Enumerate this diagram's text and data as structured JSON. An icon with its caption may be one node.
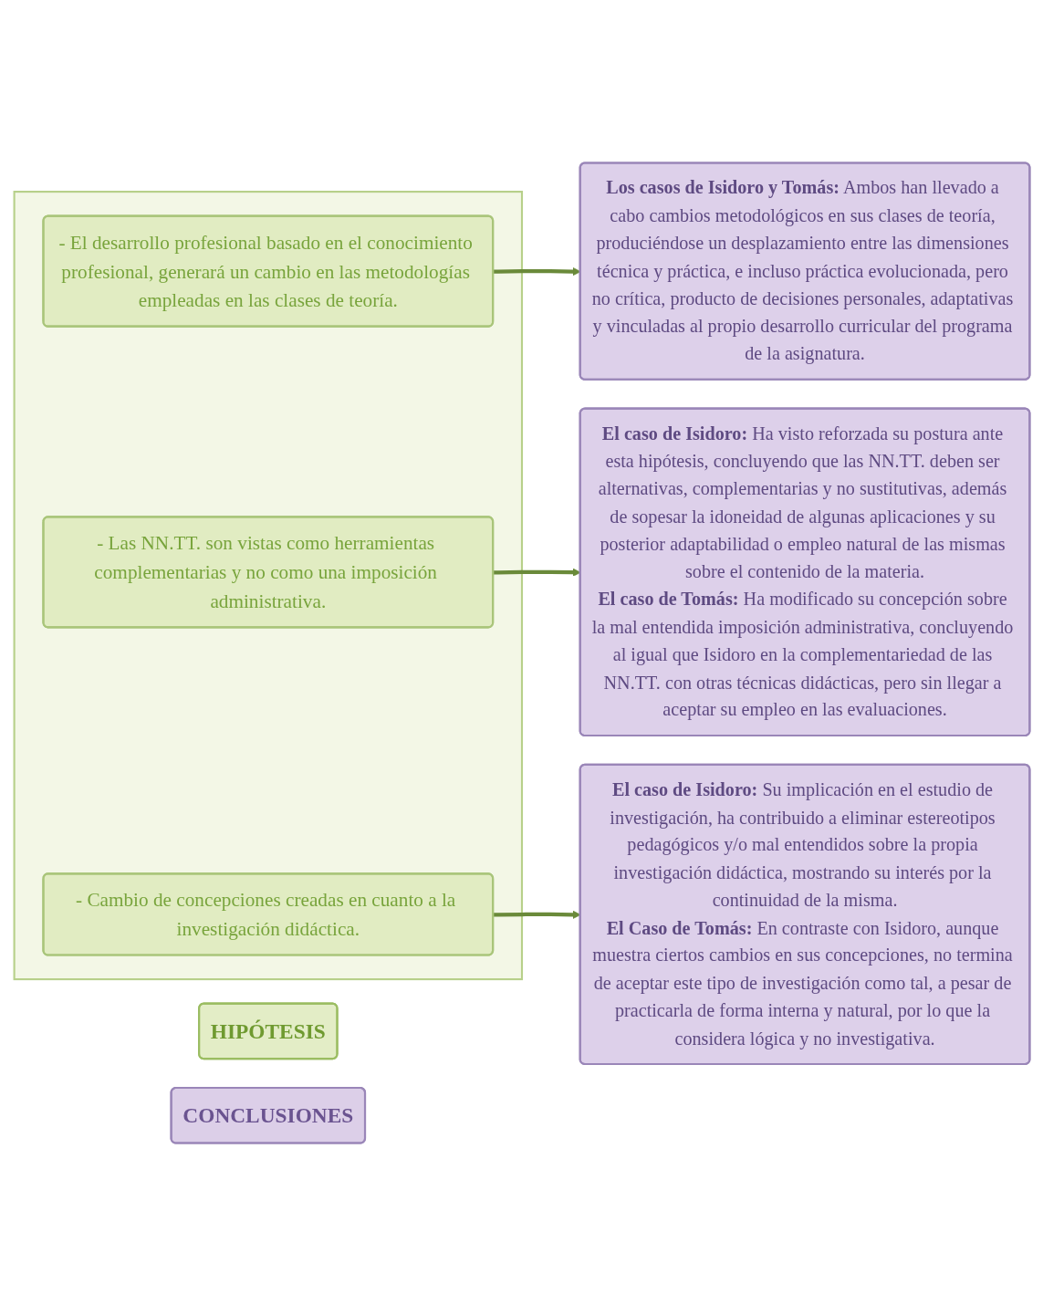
{
  "diagram": {
    "nodes": [
      {
        "text": [
          "HIPÓTESIS"
        ]
      },
      {
        "text": [
          "CONCLUSIONES"
        ]
      },
      {
        "text": [],
        "shape": "box"
      },
      {
        "text": [
          "- El desarrollo profesional basado en el conocimiento profesional, generará un cambio en las metodologías empleadas en las clases de teoría."
        ],
        "in": 2
      },
      {
        "text": [
          "- Las NN.TT. son vistas como herramientas complementarias y no como una imposición administrativa."
        ],
        "in": 2
      },
      {
        "text": [
          "- Cambio de concepciones creadas en cuanto a la investigación didáctica."
        ],
        "in": 2
      },
      {
        "text": [
          "Los casos de Isidoro y Tomás:",
          "Ambos han llevado a cabo cambios metodológicos en sus clases de teoría, produciéndose un desplazamiento entre las dimensiones técnica y práctica, e incluso práctica evolucionada, pero no crítica, producto de decisiones personales, adaptativas y vinculadas al propio desarrollo curricular del programa de la asignatura."
        ]
      },
      {
        "text": [
          "El caso de Isidoro:",
          "Ha visto reforzada su postura ante esta hipótesis, concluyendo que las NN.TT. deben ser alternativas, complementarias y no sustitutivas, además de sopesar la idoneidad de algunas aplicaciones y su posterior adaptabilidad o empleo natural de las mismas sobre el contenido de la materia.",
          "El caso de Tomás:",
          "Ha modificado su concepción sobre la mal entendida imposición administrativa, concluyendo al igual que Isidoro en la complementariedad de las NN.TT. con otras técnicas didácticas, pero sin llegar a aceptar su empleo en las evaluaciones."
        ]
      },
      {
        "text": [
          "El caso de Isidoro:",
          "Su implicación en el estudio de investigación, ha contribuido a eliminar estereotipos pedagógicos y/o mal entendidos sobre la propia investigación didáctica, mostrando su interés por la continuidad de la misma.",
          "El Caso de Tomás:",
          "En contraste con Isidoro, aunque muestra ciertos cambios en sus concepciones, no termina de aceptar este tipo de investigación como tal, a pesar de practicarla de forma interna y natural, por lo que la considera lógica y no investigativa."
        ]
      }
    ],
    "edges": [
      {
        "from": 3,
        "to": 6,
        "arrow": "to"
      },
      {
        "from": 4,
        "to": 7,
        "arrow": "to"
      },
      {
        "from": 5,
        "to": 8,
        "arrow": "to"
      }
    ]
  }
}
